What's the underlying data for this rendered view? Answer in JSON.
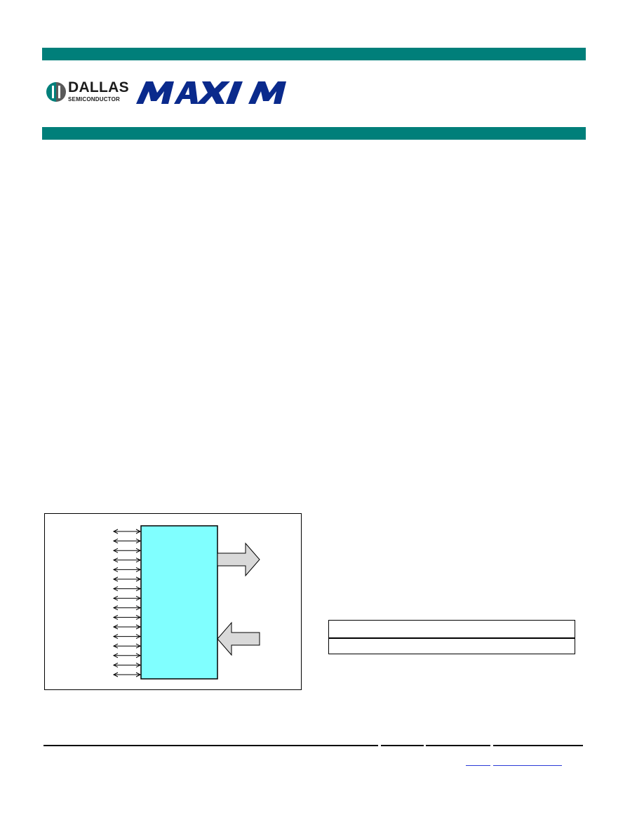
{
  "header": {
    "logo": {
      "brand_primary": "DALLAS",
      "brand_secondary": "SEMICONDUCTOR",
      "brand_maxim": "MAXIM"
    },
    "bar_color": "#007f7a"
  },
  "diagram": {
    "block_fill": "#80ffff",
    "arrow_fill": "#d9d9d9",
    "io_line_count": 16
  },
  "table": {
    "rows": 2
  },
  "colors": {
    "link": "#2b3bd6"
  }
}
